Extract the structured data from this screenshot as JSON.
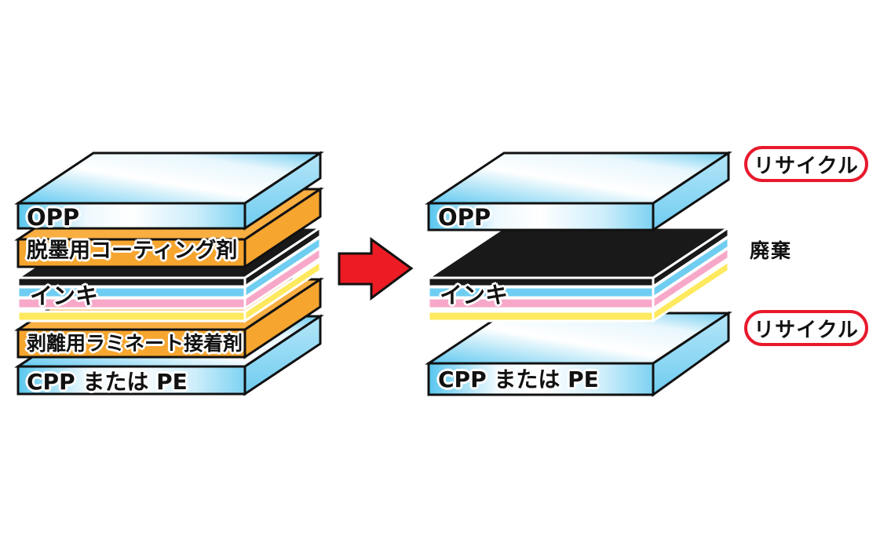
{
  "palette": {
    "background": "#ffffff",
    "slab_blue": "#5ac6ee",
    "slab_blue_light": "#b5e6f8",
    "orange": "#f6a52f",
    "orange_light": "#f9ae41",
    "ink_black": "#191919",
    "ink_cyan": "#6fcdf1",
    "ink_magenta": "#f7a8c9",
    "ink_yellow": "#ffe95e",
    "arrow_red": "#ed1c24",
    "badge_red": "#e8192c",
    "outline_black": "#111111"
  },
  "left_stack": {
    "description": "laminated film before separation",
    "layers": [
      {
        "id": "opp",
        "label": "OPP"
      },
      {
        "id": "deinking_coating",
        "label": "脱墨用コーティング剤"
      },
      {
        "id": "ink",
        "label": "インキ"
      },
      {
        "id": "release_laminate_adhesive",
        "label": "剥離用ラミネート接着剤"
      },
      {
        "id": "cpp_or_pe",
        "label": "CPP または PE"
      }
    ]
  },
  "right_stack": {
    "description": "film after separation",
    "layers": [
      {
        "id": "opp",
        "label": "OPP"
      },
      {
        "id": "ink",
        "label": "インキ"
      },
      {
        "id": "cpp_or_pe",
        "label": "CPP または PE"
      }
    ]
  },
  "annotations": {
    "recycle_top": "リサイクル",
    "disposal": "廃棄",
    "recycle_bottom": "リサイクル"
  }
}
